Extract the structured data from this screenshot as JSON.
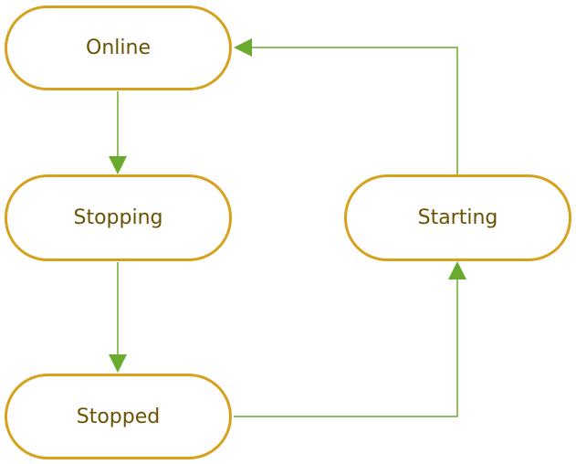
{
  "diagram": {
    "states": {
      "online": "Online",
      "stopping": "Stopping",
      "stopped": "Stopped",
      "starting": "Starting"
    },
    "colors": {
      "node_border": "#d6a21e",
      "node_text": "#6b5200",
      "connector": "#6aaa2e"
    }
  }
}
